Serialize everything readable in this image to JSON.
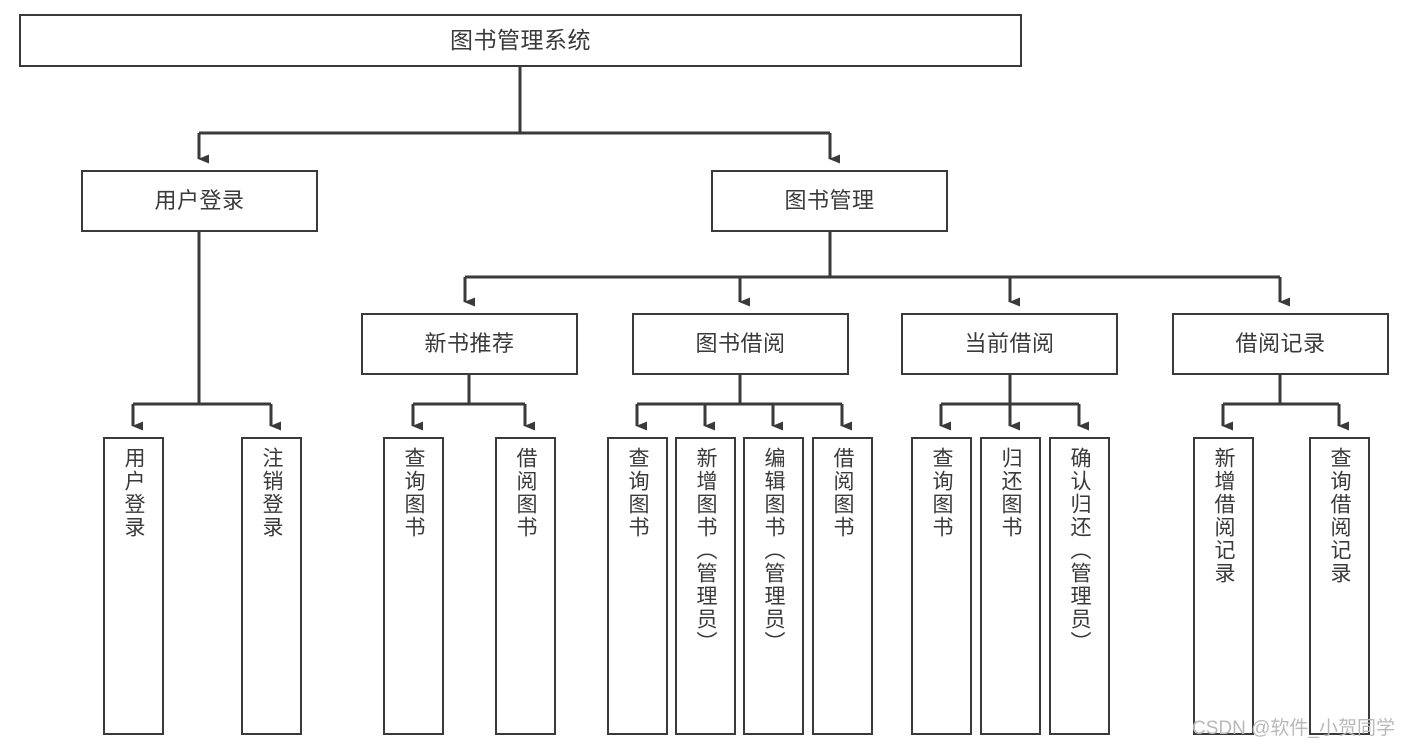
{
  "diagram": {
    "type": "tree-hierarchy",
    "title": "图书管理系统",
    "watermark": "CSDN @软件_小贺同学",
    "colors": {
      "stroke": "#3a3a3a",
      "fill": "#ffffff",
      "text": "#3a3a3a",
      "watermark": "#b9b9b9"
    },
    "root": {
      "label": "图书管理系统"
    },
    "level1": [
      {
        "label": "用户登录"
      },
      {
        "label": "图书管理"
      }
    ],
    "level2": [
      {
        "label": "新书推荐"
      },
      {
        "label": "图书借阅"
      },
      {
        "label": "当前借阅"
      },
      {
        "label": "借阅记录"
      }
    ],
    "leaves": {
      "user_login": [
        {
          "label": "用户登录"
        },
        {
          "label": "注销登录"
        }
      ],
      "new_book_recommend": [
        {
          "label": "查询图书"
        },
        {
          "label": "借阅图书"
        }
      ],
      "book_borrow": [
        {
          "label": "查询图书"
        },
        {
          "label": "新增图书（管理员）"
        },
        {
          "label": "编辑图书（管理员）"
        },
        {
          "label": "借阅图书"
        }
      ],
      "current_borrow": [
        {
          "label": "查询图书"
        },
        {
          "label": "归还图书"
        },
        {
          "label": "确认归还（管理员）"
        }
      ],
      "borrow_record": [
        {
          "label": "新增借阅记录"
        },
        {
          "label": "查询借阅记录"
        }
      ]
    }
  }
}
